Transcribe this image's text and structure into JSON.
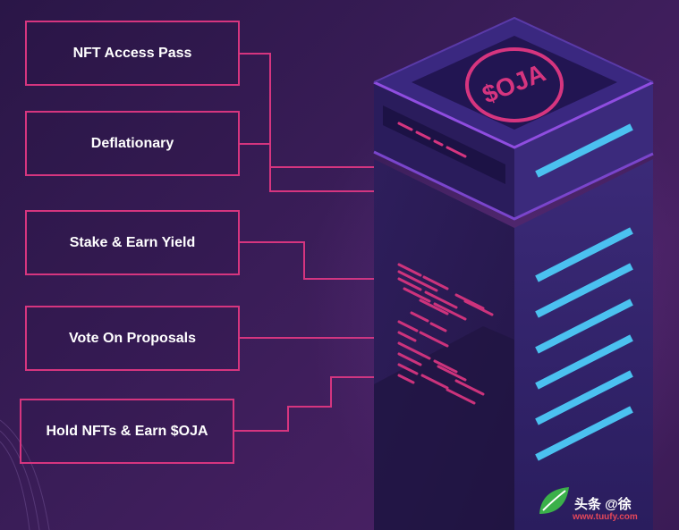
{
  "features": [
    {
      "label": "NFT Access Pass"
    },
    {
      "label": "Deflationary"
    },
    {
      "label": "Stake & Earn Yield"
    },
    {
      "label": "Vote On Proposals"
    },
    {
      "label": "Hold NFTs & Earn $OJA"
    }
  ],
  "server": {
    "logo_text": "$OJA"
  },
  "watermark": {
    "text": "头条 @徐",
    "url": "www.tuufy.com"
  },
  "colors": {
    "accent": "#d6357f",
    "stripe": "#4bc1f0",
    "background": "#3a1d58"
  }
}
